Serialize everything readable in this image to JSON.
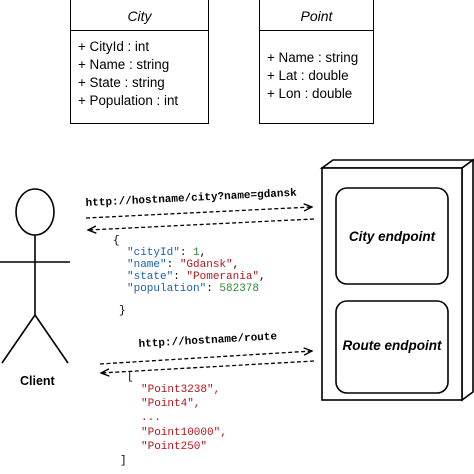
{
  "city_class": {
    "title": "City",
    "attributes": [
      "+ CityId : int",
      "+ Name : string",
      "+ State : string",
      "+ Population : int"
    ]
  },
  "point_class": {
    "title": "Point",
    "attributes": [
      "+ Name : string",
      "+ Lat : double",
      "+ Lon : double"
    ]
  },
  "client": {
    "label": "Client"
  },
  "server": {
    "city_endpoint": "City endpoint",
    "route_endpoint": "Route endpoint"
  },
  "request_city": {
    "url": "http://hostname/city?name=gdansk"
  },
  "response_city": {
    "open": "{",
    "close": "}",
    "fields": [
      {
        "key": "\"cityId\"",
        "sep": ": ",
        "value": "1",
        "value_type": "number",
        "trail": ","
      },
      {
        "key": "\"name\"",
        "sep": ": ",
        "value": "\"Gdansk\"",
        "value_type": "string",
        "trail": ","
      },
      {
        "key": "\"state\"",
        "sep": ": ",
        "value": "\"Pomerania\"",
        "value_type": "string",
        "trail": ","
      },
      {
        "key": "\"population\"",
        "sep": ": ",
        "value": "582378",
        "value_type": "number",
        "trail": ""
      }
    ]
  },
  "request_route": {
    "url": "http://hostname/route"
  },
  "response_route": {
    "open": "[",
    "close": "]",
    "items": [
      "\"Point3238\",",
      "\"Point4\",",
      "...",
      "\"Point10000\",",
      "\"Point250\""
    ]
  },
  "colors": {
    "key": "#1a5fb4",
    "string": "#b8141b",
    "number": "#2c8a2c"
  }
}
